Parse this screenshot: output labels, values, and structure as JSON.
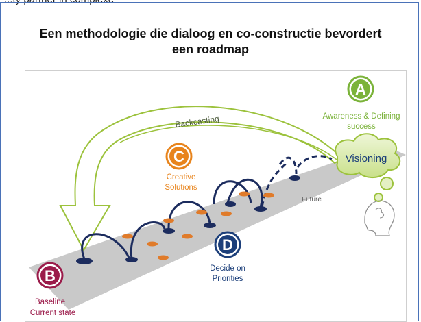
{
  "header": {
    "partial_caption": "...ty partner in complexe"
  },
  "slide": {
    "title_line1": "Een methodologie die dialoog en co-constructie bevordert",
    "title_line2": "een roadmap"
  },
  "diagram": {
    "stage_a": {
      "letter": "A",
      "label_line1": "Awareness & Defining",
      "label_line2": "success",
      "color": "#7bb33a"
    },
    "stage_b": {
      "letter": "B",
      "label_line1": "Baseline",
      "label_line2": "Current state",
      "color": "#9b1b4a"
    },
    "stage_c": {
      "letter": "C",
      "label_line1": "Creative",
      "label_line2": "Solutions",
      "color": "#e8841c"
    },
    "stage_d": {
      "letter": "D",
      "label_line1": "Decide on",
      "label_line2": "Priorities",
      "color": "#1c3f7a"
    },
    "backcasting_label": "Backcasting",
    "visioning_label": "Visioning",
    "future_label": "Future",
    "colors": {
      "path": "#c9c9c9",
      "step": "#1c2c5e",
      "option": "#e07b2a",
      "arrow": "#9cc23c"
    }
  }
}
